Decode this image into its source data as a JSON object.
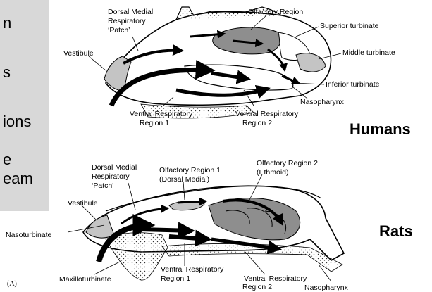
{
  "side_panel": {
    "fragments": [
      "n",
      "s",
      "ions",
      "e",
      "eam"
    ]
  },
  "humans": {
    "title": "Humans",
    "labels": {
      "dorsal_medial": [
        "Dorsal Medial",
        "Respiratory",
        "‘Patch’"
      ],
      "olfactory": "Olfactory Region",
      "superior_turbinate": "Superior turbinate",
      "vestibule": "Vestibule",
      "middle_turbinate": "Middle turbinate",
      "inferior_turbinate": "Inferior turbinate",
      "nasopharynx": "Nasopharynx",
      "ventral_1": [
        "Ventral Respiratory",
        "Region 1"
      ],
      "ventral_2": [
        "Ventral Respiratory",
        "Region 2"
      ]
    }
  },
  "rats": {
    "title": "Rats",
    "labels": {
      "dorsal_medial": [
        "Dorsal Medial",
        "Respiratory",
        "‘Patch’"
      ],
      "olfactory_1": [
        "Olfactory Region 1",
        "(Dorsal Medial)"
      ],
      "olfactory_2": [
        "Olfactory Region 2",
        "(Ethmoid)"
      ],
      "vestibule": "Vestibule",
      "nasoturbinate": "Nasoturbinate",
      "maxilloturbinate": "Maxilloturbinate",
      "ventral_1": [
        "Ventral Respiratory",
        "Region 1"
      ],
      "ventral_2": [
        "Ventral Respiratory",
        "Region 2"
      ],
      "nasopharynx": "Nasopharynx"
    }
  },
  "panel_tag": "(A)",
  "colors": {
    "side_panel_bg": "#d8d8d8",
    "olfactory_fill": "#8e8e8e",
    "respiratory_fill": "#c4c4c4",
    "arrow": "#000000"
  }
}
